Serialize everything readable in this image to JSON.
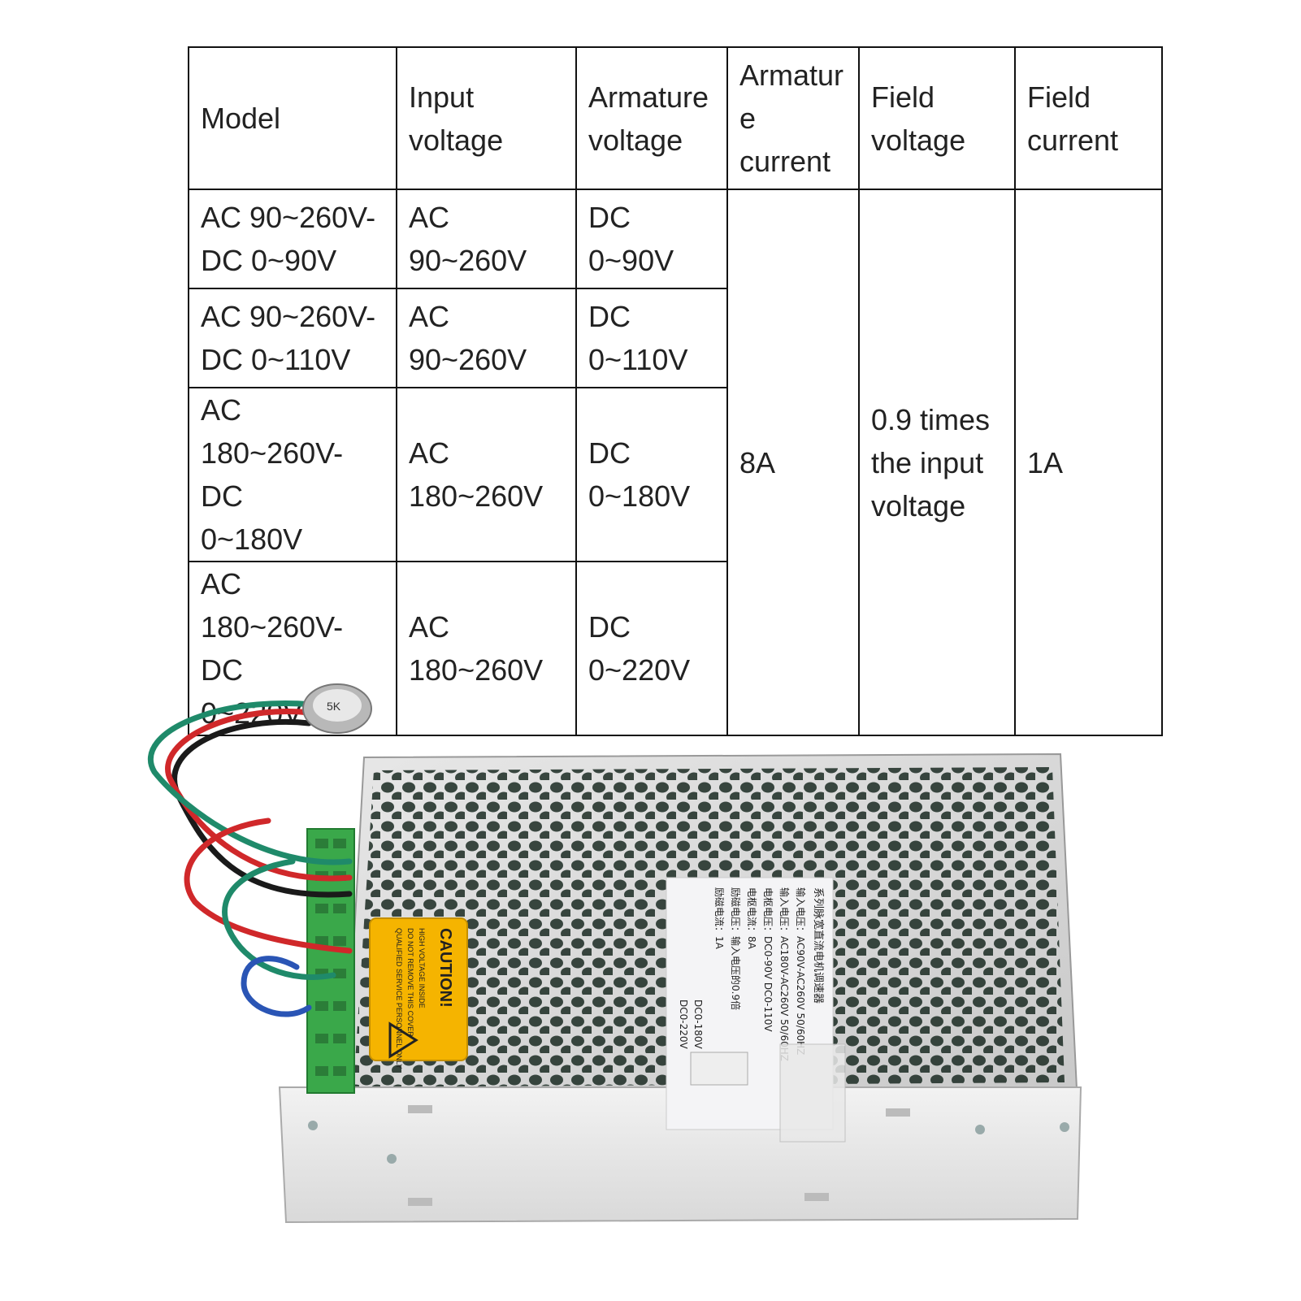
{
  "table": {
    "headers": [
      "Model",
      "Input\nvoltage",
      "Armature\nvoltage",
      "Armatur\ne\ncurrent",
      "Field\nvoltage",
      "Field\ncurrent"
    ],
    "rows": [
      {
        "model": "AC 90~260V-\nDC 0~90V",
        "input": "AC\n90~260V",
        "armature_voltage": "DC\n0~90V"
      },
      {
        "model": "AC 90~260V-\nDC 0~110V",
        "input": "AC\n90~260V",
        "armature_voltage": "DC\n0~110V"
      },
      {
        "model": "AC\n180~260V-DC\n0~180V",
        "input": "AC\n180~260V",
        "armature_voltage": "DC\n0~180V"
      },
      {
        "model": "AC\n180~260V-DC\n0~220V",
        "input": "AC\n180~260V",
        "armature_voltage": "DC\n0~220V"
      }
    ],
    "armature_current": "8A",
    "field_voltage": "0.9 times\nthe input\nvoltage",
    "field_current": "1A"
  },
  "product": {
    "caution_title": "CAUTION!",
    "caution_lines": [
      "HIGH VOLTAGE INSIDE",
      "DO NOT REMOVE THIS COVER",
      "QUALIFIED SERVICE PERSONNEL ONLY"
    ],
    "label_lines": [
      "系列脉宽直流电机调速器",
      "输入电压：AC90V-AC260V  50/60HZ",
      "输入电压：AC180V-AC260V  50/60HZ",
      "电枢电压：DC0-90V  DC0-110V",
      "电枢电流：8A",
      "励磁电压：输入电压的0.9倍",
      "励磁电流：1A"
    ],
    "label_extra": [
      "DC0-180V",
      "DC0-220V"
    ],
    "pot_marking": "5K"
  },
  "colors": {
    "caution_yellow": "#f5b400",
    "terminal_green": "#3aa84a",
    "wire_red": "#d0282a",
    "wire_green": "#1f8a6a",
    "wire_blue": "#2a55b5",
    "wire_black": "#1a1a1a"
  }
}
